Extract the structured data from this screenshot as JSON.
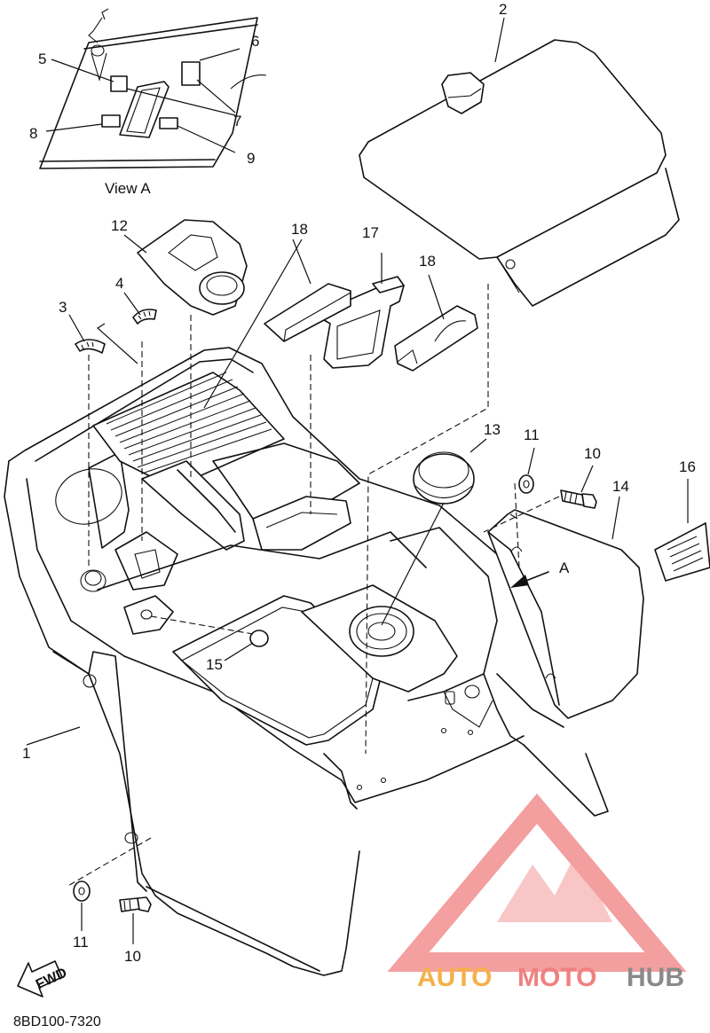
{
  "view_label": "View A",
  "diagram_code": "8BD100-7320",
  "fwd_label": "FWD",
  "arrow_ref": "A",
  "callouts": {
    "c1": "1",
    "c2": "2",
    "c3": "3",
    "c4": "4",
    "c5": "5",
    "c6": "6",
    "c7": "7",
    "c8": "8",
    "c9": "9",
    "c10a": "10",
    "c10b": "10",
    "c11a": "11",
    "c11b": "11",
    "c12": "12",
    "c13": "13",
    "c14": "14",
    "c15": "15",
    "c16": "16",
    "c17": "17",
    "c18a": "18",
    "c18b": "18"
  },
  "watermark": {
    "part1": "AUTO",
    "part2": "MOTO",
    "part3": "HUB",
    "color_orange": "#f5b04a",
    "color_red": "#f08080",
    "color_gray": "#8a8a8a"
  }
}
